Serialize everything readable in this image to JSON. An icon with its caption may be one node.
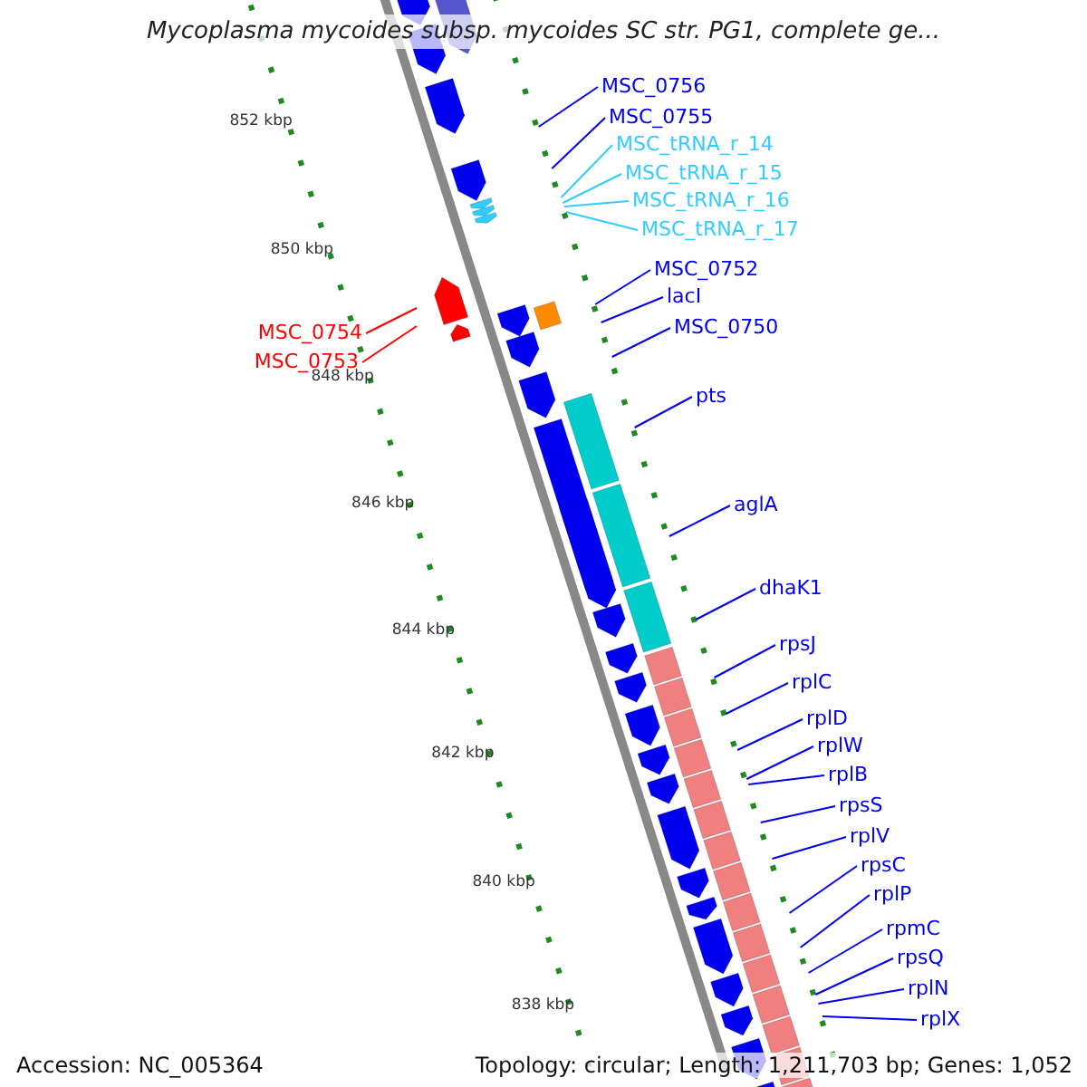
{
  "diagram": {
    "title": "Mycoplasma mycoides subsp. mycoides SC str. PG1, complete ge...",
    "nodes": [
      {
        "text": [
          "MSC_0756"
        ]
      },
      {
        "text": [
          "MSC_0755"
        ]
      },
      {
        "text": [
          "MSC_tRNA_r_14"
        ]
      },
      {
        "text": [
          "MSC_tRNA_r_15"
        ]
      },
      {
        "text": [
          "MSC_tRNA_r_16"
        ]
      },
      {
        "text": [
          "MSC_tRNA_r_17"
        ]
      },
      {
        "text": [
          "MSC_0752"
        ]
      },
      {
        "text": [
          "lacI"
        ]
      },
      {
        "text": [
          "MSC_0750"
        ]
      },
      {
        "text": [
          "pts"
        ]
      },
      {
        "text": [
          "aglA"
        ]
      },
      {
        "text": [
          "dhaK1"
        ]
      },
      {
        "text": [
          "rpsJ"
        ]
      },
      {
        "text": [
          "rplC"
        ]
      },
      {
        "text": [
          "rplD"
        ]
      },
      {
        "text": [
          "rplW"
        ]
      },
      {
        "text": [
          "rplB"
        ]
      },
      {
        "text": [
          "rpsS"
        ]
      },
      {
        "text": [
          "rplV"
        ]
      },
      {
        "text": [
          "rpsC"
        ]
      },
      {
        "text": [
          "rplP"
        ]
      },
      {
        "text": [
          "rpmC"
        ]
      },
      {
        "text": [
          "rpsQ"
        ]
      },
      {
        "text": [
          "rplN"
        ]
      },
      {
        "text": [
          "rplX"
        ]
      },
      {
        "text": [
          "MSC_0754"
        ]
      },
      {
        "text": [
          "MSC_0753"
        ]
      }
    ],
    "edges": [
      {
        "from": 0,
        "to": null,
        "arrow": "none"
      },
      {
        "from": 1,
        "to": null,
        "arrow": "none"
      },
      {
        "from": 2,
        "to": null,
        "arrow": "none",
        "color": "#33ccff"
      },
      {
        "from": 3,
        "to": null,
        "arrow": "none",
        "color": "#33ccff"
      },
      {
        "from": 4,
        "to": null,
        "arrow": "none",
        "color": "#33ccff"
      },
      {
        "from": 5,
        "to": null,
        "arrow": "none",
        "color": "#33ccff"
      },
      {
        "from": 6,
        "to": null,
        "arrow": "none"
      },
      {
        "from": 7,
        "to": null,
        "arrow": "none"
      },
      {
        "from": 8,
        "to": null,
        "arrow": "none"
      },
      {
        "from": 9,
        "to": null,
        "arrow": "none"
      },
      {
        "from": 10,
        "to": null,
        "arrow": "none"
      },
      {
        "from": 11,
        "to": null,
        "arrow": "none"
      },
      {
        "from": 12,
        "to": null,
        "arrow": "none"
      },
      {
        "from": 13,
        "to": null,
        "arrow": "none"
      },
      {
        "from": 14,
        "to": null,
        "arrow": "none"
      },
      {
        "from": 15,
        "to": null,
        "arrow": "none"
      },
      {
        "from": 16,
        "to": null,
        "arrow": "none"
      },
      {
        "from": 17,
        "to": null,
        "arrow": "none"
      },
      {
        "from": 18,
        "to": null,
        "arrow": "none"
      },
      {
        "from": 19,
        "to": null,
        "arrow": "none"
      },
      {
        "from": 20,
        "to": null,
        "arrow": "none"
      },
      {
        "from": 21,
        "to": null,
        "arrow": "none"
      },
      {
        "from": 22,
        "to": null,
        "arrow": "none"
      },
      {
        "from": 23,
        "to": null,
        "arrow": "none"
      },
      {
        "from": 24,
        "to": null,
        "arrow": "none"
      },
      {
        "from": 25,
        "to": null,
        "arrow": "none",
        "color": "#ff0000"
      },
      {
        "from": 26,
        "to": null,
        "arrow": "none",
        "color": "#ff0000"
      }
    ],
    "labels": [
      "852 kbp",
      "850 kbp",
      "848 kbp",
      "846 kbp",
      "844 kbp",
      "842 kbp",
      "840 kbp",
      "838 kbp",
      "Accession: NC_005364",
      "Topology: circular; Length: 1,211,703 bp; Genes: 1,052"
    ]
  }
}
